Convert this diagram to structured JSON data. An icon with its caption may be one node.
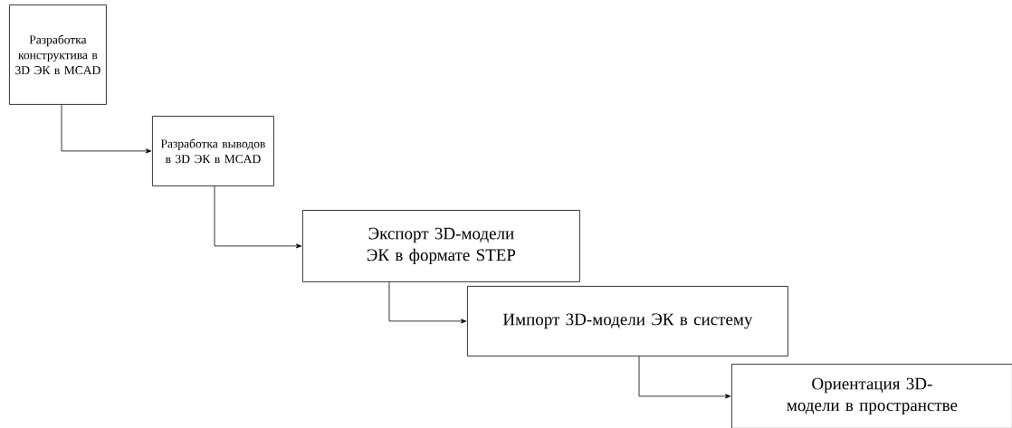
{
  "diagram": {
    "nodes": [
      {
        "text": [
          "Разработка конструктива в 3D ЭК в MCAD"
        ]
      },
      {
        "text": [
          "Разработка выводов в 3D ЭК в MCAD"
        ]
      },
      {
        "text": [
          "Экспорт 3D-модели ЭК в формате STEP"
        ]
      },
      {
        "text": [
          "Импорт 3D-модели ЭК в систему"
        ]
      },
      {
        "text": [
          "Ориентация 3D-модели в пространстве"
        ]
      }
    ],
    "edges": [
      {
        "from": 0,
        "to": 1,
        "arrow": "to"
      },
      {
        "from": 1,
        "to": 2,
        "arrow": "to"
      },
      {
        "from": 2,
        "to": 3,
        "arrow": "to"
      },
      {
        "from": 3,
        "to": 4,
        "arrow": "to"
      }
    ]
  }
}
